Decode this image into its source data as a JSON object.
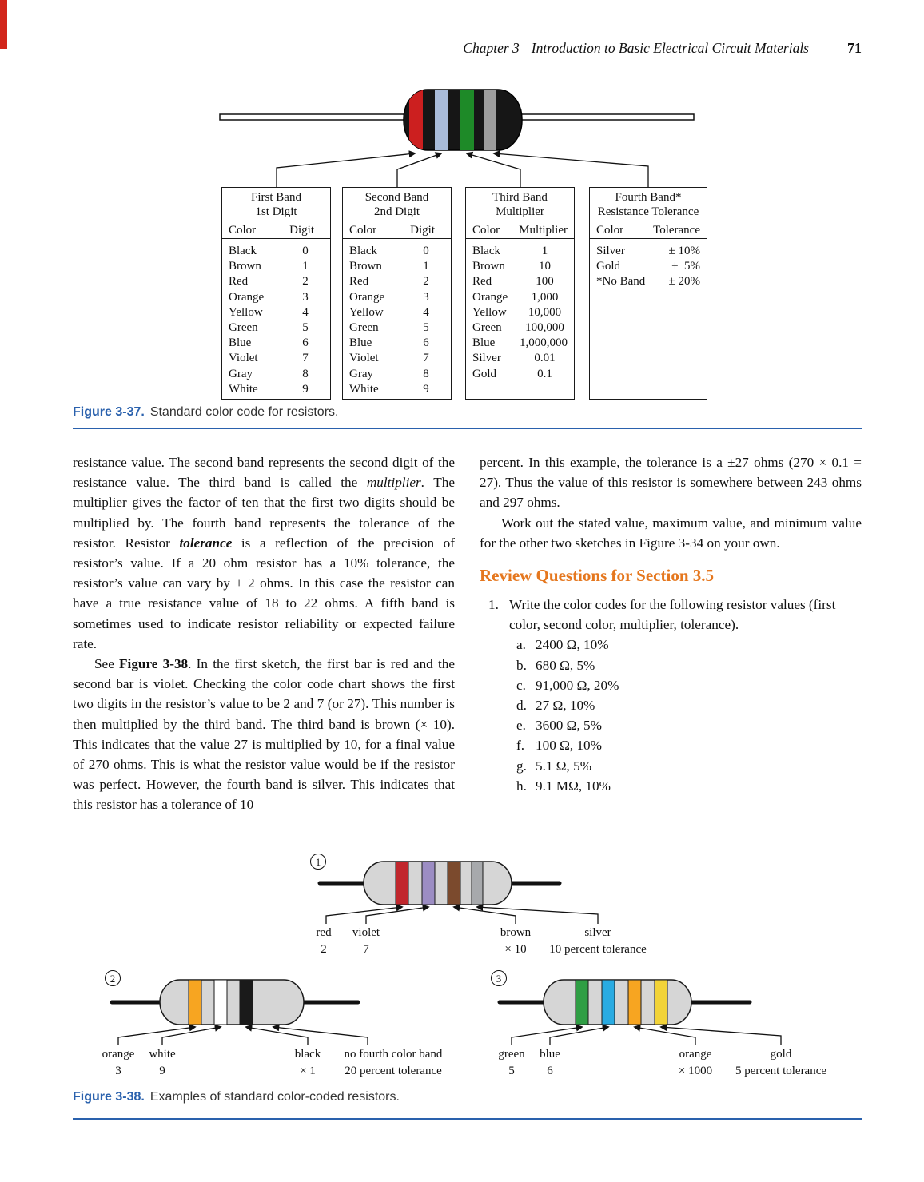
{
  "header": {
    "chapter": "Chapter 3",
    "title": "Introduction to Basic Electrical Circuit Materials",
    "page_number": "71"
  },
  "colors": {
    "caption_blue": "#2a61ad",
    "rule_blue": "#2a61ad",
    "heading_orange": "#e5771e",
    "corner_red": "#d2261b"
  },
  "figure_37": {
    "caption_label": "Figure 3-37.",
    "caption_text": "Standard color code for resistors.",
    "resistor_bands": [
      {
        "name": "red",
        "color": "#cc1f1f"
      },
      {
        "name": "light-blue",
        "color": "#a9bcd9"
      },
      {
        "name": "green",
        "color": "#1e8a28"
      },
      {
        "name": "gray",
        "color": "#9d9d9d"
      }
    ],
    "tables": [
      {
        "title_line1": "First Band",
        "title_line2": "1st Digit",
        "col1": "Color",
        "col2": "Digit",
        "rows": [
          [
            "Black",
            "0"
          ],
          [
            "Brown",
            "1"
          ],
          [
            "Red",
            "2"
          ],
          [
            "Orange",
            "3"
          ],
          [
            "Yellow",
            "4"
          ],
          [
            "Green",
            "5"
          ],
          [
            "Blue",
            "6"
          ],
          [
            "Violet",
            "7"
          ],
          [
            "Gray",
            "8"
          ],
          [
            "White",
            "9"
          ]
        ]
      },
      {
        "title_line1": "Second Band",
        "title_line2": "2nd Digit",
        "col1": "Color",
        "col2": "Digit",
        "rows": [
          [
            "Black",
            "0"
          ],
          [
            "Brown",
            "1"
          ],
          [
            "Red",
            "2"
          ],
          [
            "Orange",
            "3"
          ],
          [
            "Yellow",
            "4"
          ],
          [
            "Green",
            "5"
          ],
          [
            "Blue",
            "6"
          ],
          [
            "Violet",
            "7"
          ],
          [
            "Gray",
            "8"
          ],
          [
            "White",
            "9"
          ]
        ]
      },
      {
        "title_line1": "Third Band",
        "title_line2": "Multiplier",
        "col1": "Color",
        "col2": "Multiplier",
        "rows": [
          [
            "Black",
            "1"
          ],
          [
            "Brown",
            "10"
          ],
          [
            "Red",
            "100"
          ],
          [
            "Orange",
            "1,000"
          ],
          [
            "Yellow",
            "10,000"
          ],
          [
            "Green",
            "100,000"
          ],
          [
            "Blue",
            "1,000,000"
          ],
          [
            "Silver",
            "0.01"
          ],
          [
            "Gold",
            "0.1"
          ]
        ]
      },
      {
        "title_line1": "Fourth Band*",
        "title_line2": "Resistance Tolerance",
        "col1": "Color",
        "col2": "Tolerance",
        "rows": [
          [
            "Silver",
            "± 10%"
          ],
          [
            "Gold",
            "±  5%"
          ],
          [
            "*No Band",
            "± 20%"
          ]
        ]
      }
    ]
  },
  "body": {
    "left_column": {
      "p1": [
        {
          "text": "resistance value. The second band represents the second digit of the resistance value. The third band is called the "
        },
        {
          "text": "multiplier",
          "style": "i"
        },
        {
          "text": ". The multiplier gives the factor of ten that the first two digits should be multiplied by. The fourth band represents the tolerance of the resistor. Resistor "
        },
        {
          "text": "tolerance",
          "style": "bi"
        },
        {
          "text": " is a reflection of the precision of resistor’s value. If a 20 ohm resistor has a 10% tolerance, the resistor’s value can vary by ± 2 ohms. In this case the resistor can have a true resistance value of 18 to 22 ohms. A fifth band is sometimes used to indicate resistor reliability or expected failure rate."
        }
      ],
      "p2": [
        {
          "text": "See "
        },
        {
          "text": "Figure 3-38",
          "style": "b"
        },
        {
          "text": ". In the first sketch, the first bar is red and the second bar is violet. Checking the color code chart shows the first two digits in the resistor’s value to be 2 and 7 (or 27). This number is then multiplied by the third band. The third band is brown (× 10). This indicates that the value 27 is multiplied by 10, for a final value of 270 ohms. This is what the resistor value would be if the resistor was perfect. However, the fourth band is silver. This indicates that this resistor has a tolerance of 10"
        }
      ]
    },
    "right_column": {
      "p1": [
        {
          "text": "percent. In this example, the tolerance is a ±27 ohms (270 × 0.1 = 27). Thus the value of this resistor is somewhere between 243 ohms and 297 ohms."
        }
      ],
      "p2": [
        {
          "text": "Work out the stated value, maximum value, and minimum value for the other two sketches in Figure 3-34 on your own."
        }
      ]
    },
    "review_heading": "Review Questions for Section 3.5",
    "question_number": "1.",
    "question_text": "Write the color codes for the following resistor values (first color, second color, multiplier, tolerance).",
    "question_items": [
      {
        "letter": "a.",
        "text": "2400 Ω, 10%"
      },
      {
        "letter": "b.",
        "text": "680 Ω, 5%"
      },
      {
        "letter": "c.",
        "text": "91,000 Ω, 20%"
      },
      {
        "letter": "d.",
        "text": "27 Ω, 10%"
      },
      {
        "letter": "e.",
        "text": "3600 Ω, 5%"
      },
      {
        "letter": "f.",
        "text": "100 Ω, 10%"
      },
      {
        "letter": "g.",
        "text": "5.1 Ω, 5%"
      },
      {
        "letter": "h.",
        "text": "9.1 MΩ, 10%"
      }
    ]
  },
  "figure_38": {
    "caption_label": "Figure 3-38.",
    "caption_text": "Examples of standard color-coded resistors.",
    "sketches": [
      {
        "number": "1",
        "bands": [
          {
            "name": "red",
            "color": "#c1272d"
          },
          {
            "name": "violet",
            "color": "#9c8dc3"
          },
          {
            "name": "brown",
            "color": "#7b4a2d"
          },
          {
            "name": "silver",
            "color": "#a7a9ac"
          }
        ],
        "labels": [
          {
            "name": "red",
            "value": "2"
          },
          {
            "name": "violet",
            "value": "7"
          },
          {
            "name": "brown",
            "value": "× 10"
          },
          {
            "name": "silver",
            "value": "10 percent tolerance"
          }
        ]
      },
      {
        "number": "2",
        "bands": [
          {
            "name": "orange",
            "color": "#f7a521"
          },
          {
            "name": "white",
            "color": "#ffffff"
          },
          {
            "name": "black",
            "color": "#1a1a1a"
          }
        ],
        "labels": [
          {
            "name": "orange",
            "value": "3"
          },
          {
            "name": "white",
            "value": "9"
          },
          {
            "name": "black",
            "value": "× 1"
          },
          {
            "name": "no fourth color band",
            "value": "20 percent tolerance"
          }
        ]
      },
      {
        "number": "3",
        "bands": [
          {
            "name": "green",
            "color": "#2f9e44"
          },
          {
            "name": "blue",
            "color": "#29abe2"
          },
          {
            "name": "orange",
            "color": "#f7a521"
          },
          {
            "name": "gold",
            "color": "#f2d338"
          }
        ],
        "labels": [
          {
            "name": "green",
            "value": "5"
          },
          {
            "name": "blue",
            "value": "6"
          },
          {
            "name": "orange",
            "value": "× 1000"
          },
          {
            "name": "gold",
            "value": "5 percent tolerance"
          }
        ]
      }
    ]
  }
}
